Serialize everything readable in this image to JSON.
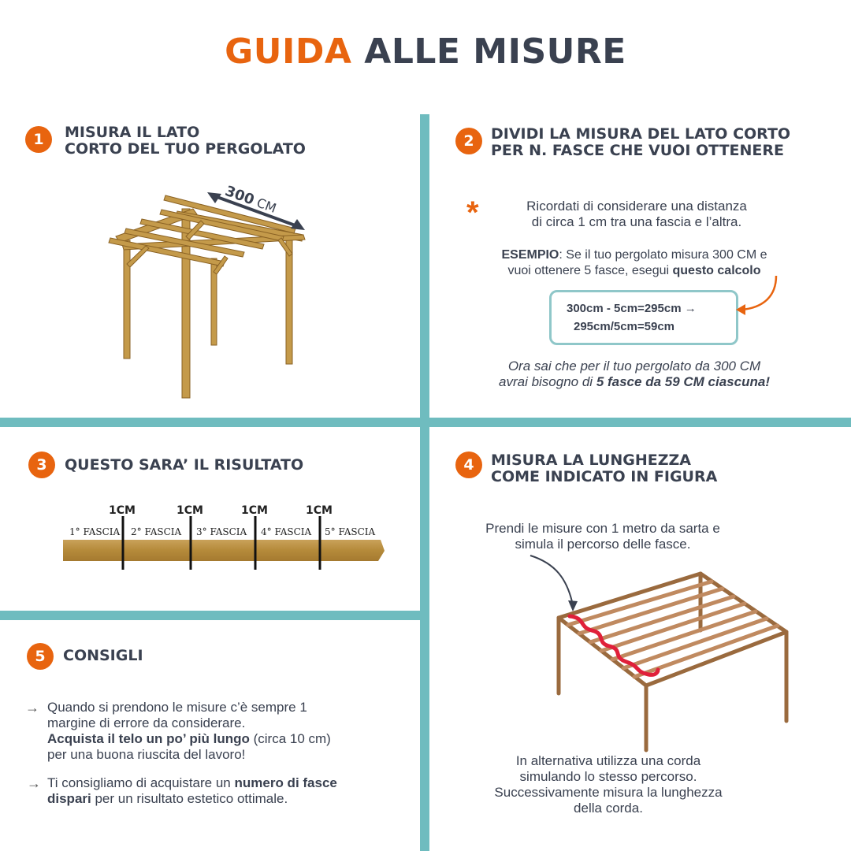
{
  "title": {
    "accent": "GUIDA",
    "rest": "ALLE MISURE"
  },
  "colors": {
    "accent": "#e8640f",
    "teal": "#6fbcbf",
    "text": "#3a4150",
    "wood": "#b58a3a",
    "rope": "#e0203a"
  },
  "step1": {
    "num": "1",
    "line1": "MISURA IL LATO",
    "line2": "CORTO DEL TUO PERGOLATO",
    "dimension_value": "300",
    "dimension_unit": "CM"
  },
  "step2": {
    "num": "2",
    "line1": "DIVIDI LA MISURA DEL LATO CORTO",
    "line2": "PER N. FASCE CHE VUOI OTTENERE",
    "note_line1": "Ricordati di considerare una distanza",
    "note_line2": "di circa 1 cm tra una fascia e l’altra.",
    "example_label": "ESEMPIO",
    "example_text1": ": Se il tuo pergolato misura 300 CM e",
    "example_text2": "vuoi ottenere 5 fasce, esegui ",
    "example_bold": "questo calcolo",
    "calc_line1": "300cm - 5cm=295cm",
    "calc_arrow": "→",
    "calc_line2": "295cm/5cm=59cm",
    "result_line1": "Ora sai che per il tuo pergolato da 300 CM",
    "result_line2a": "avrai bisogno di ",
    "result_line2b": "5 fasce da 59 CM ciascuna!"
  },
  "step3": {
    "num": "3",
    "heading": "QUESTO SARA’ IL RISULTATO",
    "gaps": [
      "1CM",
      "1CM",
      "1CM",
      "1CM"
    ],
    "fasce": [
      "1° FASCIA",
      "2° FASCIA",
      "3° FASCIA",
      "4° FASCIA",
      "5° FASCIA"
    ]
  },
  "step4": {
    "num": "4",
    "line1": "MISURA LA LUNGHEZZA",
    "line2": "COME INDICATO IN FIGURA",
    "tip_line1": "Prendi le misure con 1 metro da sarta e",
    "tip_line2": "simula il percorso delle fasce.",
    "alt_line1": "In alternativa utilizza una corda",
    "alt_line2": "simulando lo stesso percorso.",
    "alt_line3": "Successivamente misura la lunghezza",
    "alt_line4": "della corda."
  },
  "step5": {
    "num": "5",
    "heading": "CONSIGLI",
    "bullet_icon": "arrow-right-icon",
    "tip1_line1": "Quando si prendono le misure c’è sempre 1",
    "tip1_line2": "margine di errore da considerare.",
    "tip1_bold": "Acquista il telo  un po’ più lungo",
    "tip1_after_bold": " (circa 10 cm)",
    "tip1_line4": "per una buona riuscita del lavoro!",
    "tip2_before": " Ti consigliamo di acquistare un ",
    "tip2_bold1": "numero di fasce",
    "tip2_bold2": "dispari",
    "tip2_after": " per un risultato estetico ottimale."
  }
}
